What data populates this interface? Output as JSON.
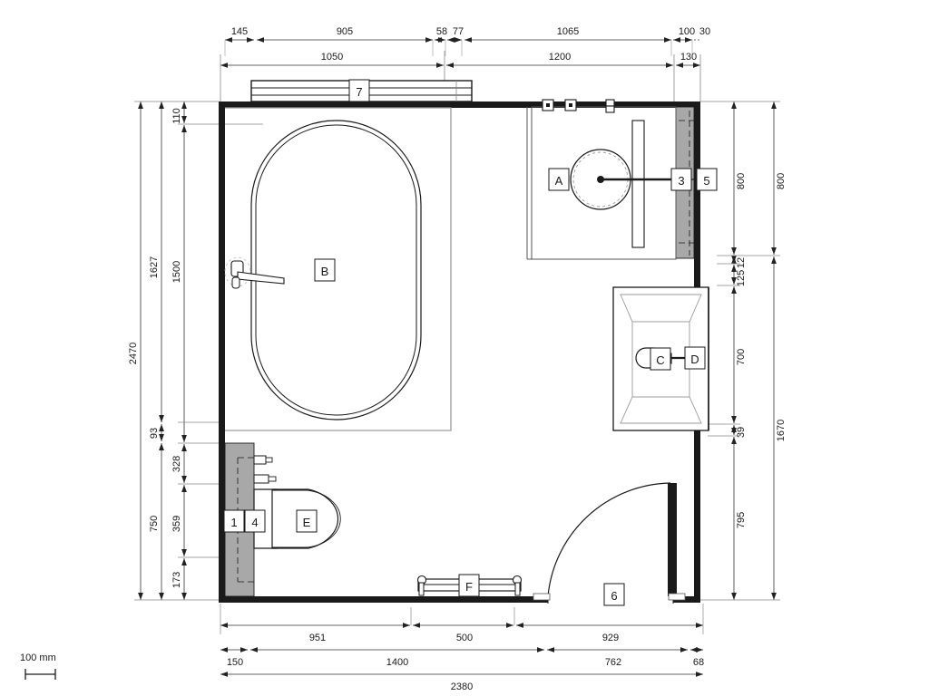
{
  "drawing": {
    "type": "architectural-floor-plan",
    "subject": "bathroom",
    "units": "mm",
    "scale_bar": {
      "label": "100 mm",
      "value": 100,
      "unit": "mm"
    }
  },
  "dimensions": {
    "top_outer_chain": [
      "145",
      "905",
      "58",
      "77",
      "1065",
      "100",
      "30"
    ],
    "top_inner_chain": [
      "1050",
      "1200",
      "130"
    ],
    "left_outer_chain": [
      "2470"
    ],
    "left_middle_chain": [
      "1627",
      "93",
      "750"
    ],
    "left_inner_chain": [
      "110",
      "1500",
      "328",
      "359",
      "173"
    ],
    "right_inner_chain": [
      "800",
      "12",
      "125",
      "700",
      "39",
      "795"
    ],
    "right_outer_chain": [
      "800",
      "1670"
    ],
    "bottom_inner_chain": [
      "951",
      "500",
      "929"
    ],
    "bottom_middle_chain": [
      "150",
      "1400",
      "762",
      "68"
    ],
    "bottom_outer_chain": [
      "2380"
    ]
  },
  "room_tags": {
    "fixtures": [
      {
        "id": "A",
        "name": "shower-area-tag",
        "label": "A"
      },
      {
        "id": "B",
        "name": "bathtub-tag",
        "label": "B"
      },
      {
        "id": "C",
        "name": "washbasin-faucet-tag",
        "label": "C"
      },
      {
        "id": "D",
        "name": "washbasin-tag",
        "label": "D"
      },
      {
        "id": "E",
        "name": "toilet-tag",
        "label": "E"
      },
      {
        "id": "F",
        "name": "radiator-tag",
        "label": "F"
      }
    ],
    "components": [
      {
        "id": "1",
        "name": "component-tag-1",
        "label": "1"
      },
      {
        "id": "3",
        "name": "component-tag-3",
        "label": "3"
      },
      {
        "id": "4",
        "name": "component-tag-4",
        "label": "4"
      },
      {
        "id": "5",
        "name": "component-tag-5",
        "label": "5"
      },
      {
        "id": "6",
        "name": "door-tag-6",
        "label": "6"
      },
      {
        "id": "7",
        "name": "window-tag-7",
        "label": "7"
      }
    ]
  },
  "colors": {
    "line": "#1a1a1a",
    "thin_line": "#555555",
    "dim_line": "#333333",
    "wall_fill": "#000000",
    "install_wall_fill": "#a8a8a8",
    "background": "#ffffff"
  }
}
